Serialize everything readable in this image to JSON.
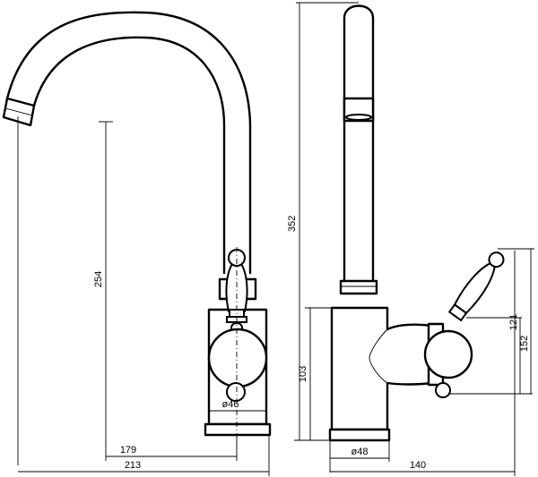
{
  "dimensions": {
    "front_height_outlet": "254",
    "front_width_outlet": "179",
    "front_total_width": "213",
    "front_base_diameter": "ø46",
    "side_total_height": "352",
    "side_body_height": "103",
    "side_base_diameter": "ø48",
    "side_total_depth": "140",
    "side_handle_height_a": "121",
    "side_handle_height_b": "152"
  }
}
